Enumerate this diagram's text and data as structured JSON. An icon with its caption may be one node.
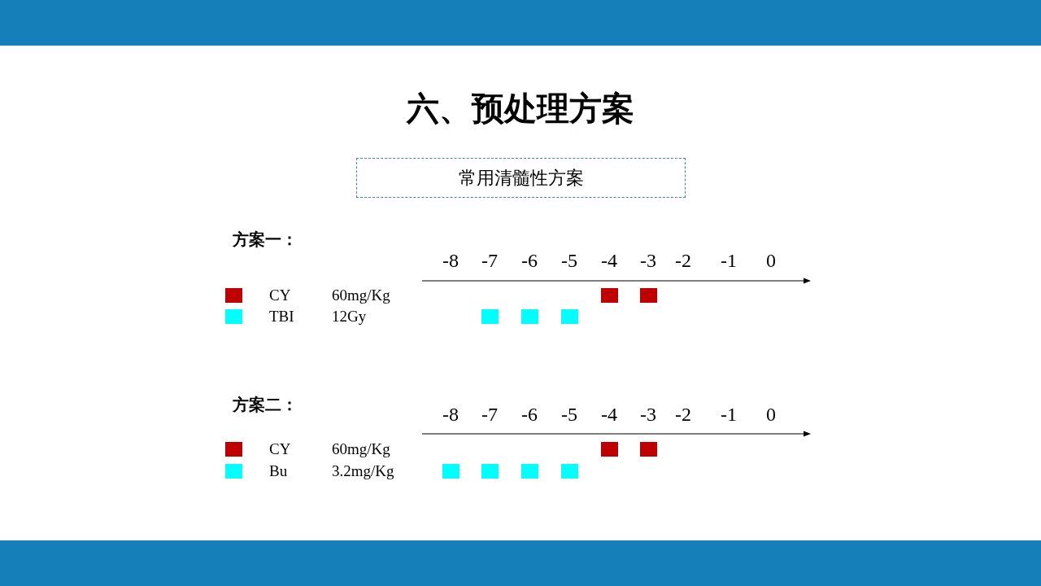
{
  "diagram": {
    "title": "六、预处理方案",
    "nodes": [
      {
        "text": [
          "常用清髓性方案"
        ]
      }
    ],
    "labels": [
      "方案一：",
      "-8",
      "-7",
      "-6",
      "-5",
      "-4",
      "-3",
      "-2",
      "-1",
      "0",
      "60mg/Kg",
      "12Gy",
      "方案二：",
      "-8",
      "-7",
      "-6",
      "-5",
      "-4",
      "-3",
      "-2",
      "-1",
      "0",
      "60mg/Kg",
      "3.2mg/Kg"
    ],
    "legend": [
      {
        "text": "CY",
        "color": "#c00000"
      },
      {
        "text": "TBI",
        "color": "#00ffff"
      },
      {
        "text": "CY",
        "color": "#c00000"
      },
      {
        "text": "Bu",
        "color": "#00ffff"
      }
    ]
  }
}
